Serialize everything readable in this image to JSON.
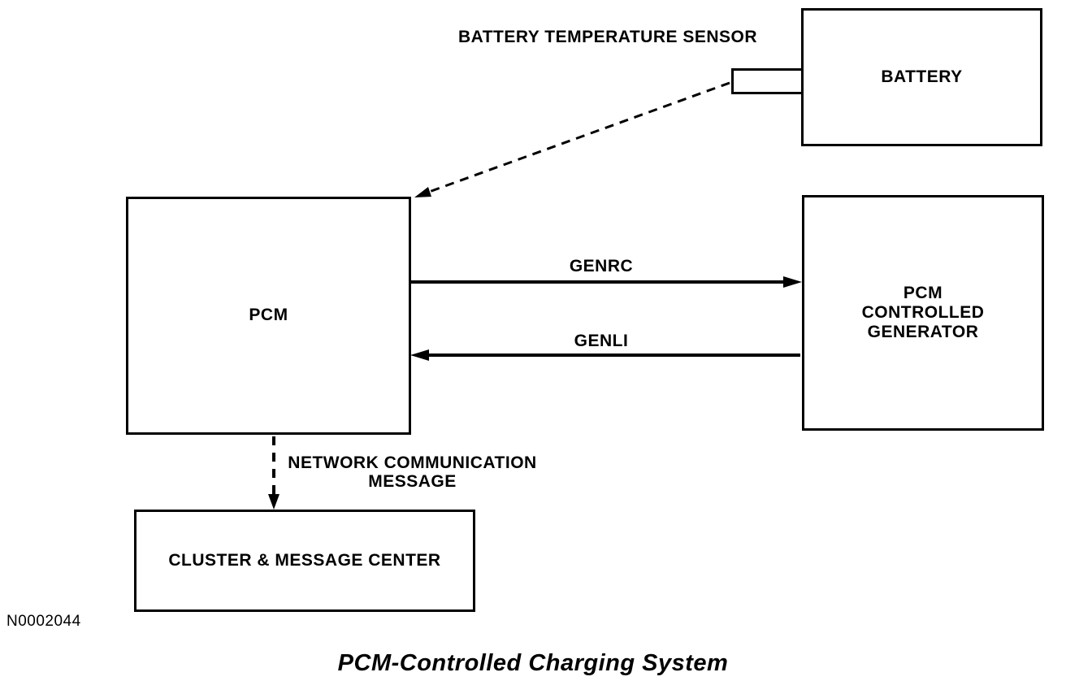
{
  "diagram": {
    "title": "PCM-Controlled Charging System",
    "figure_number": "N0002044",
    "nodes": {
      "battery": {
        "label": "BATTERY"
      },
      "pcm": {
        "label": "PCM"
      },
      "generator": {
        "label": "PCM\nCONTROLLED\nGENERATOR"
      },
      "cluster": {
        "label": "CLUSTER & MESSAGE CENTER"
      }
    },
    "labels": {
      "battery_temp_sensor": "BATTERY TEMPERATURE SENSOR",
      "genrc": "GENRC",
      "genli": "GENLI",
      "network_message": "NETWORK COMMUNICATION\nMESSAGE"
    },
    "colors": {
      "line": "#000000",
      "background": "#ffffff"
    }
  }
}
